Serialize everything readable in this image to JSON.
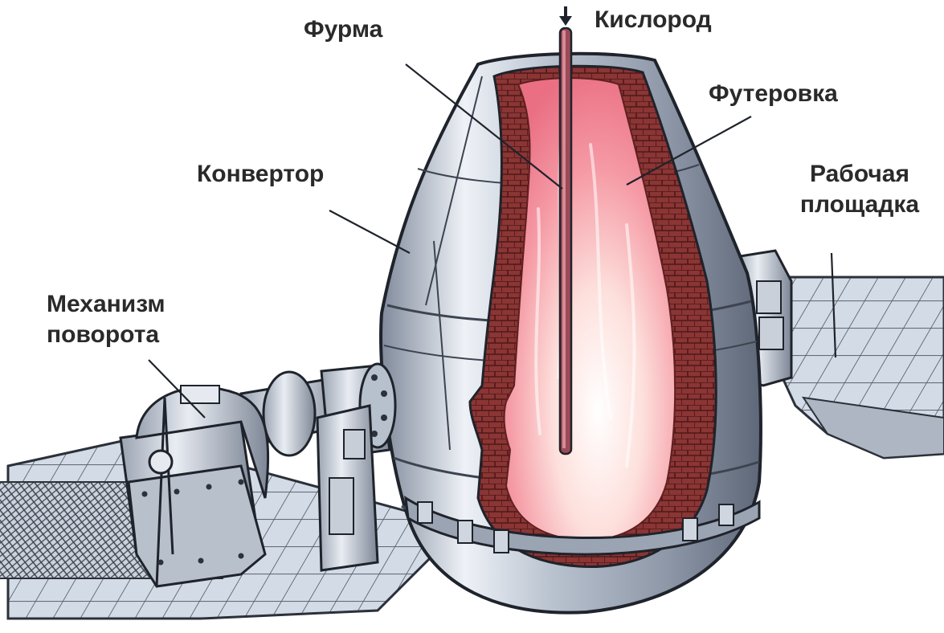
{
  "labels": {
    "lance": "Фурма",
    "oxygen": "Кислород",
    "lining": "Футеровка",
    "converter": "Конвертор",
    "platform_line1": "Рабочая",
    "platform_line2": "площадка",
    "mechanism_line1": "Механизм",
    "mechanism_line2": "поворота"
  },
  "colors": {
    "steel_light": "#dfe5ee",
    "steel_mid": "#a9b3c3",
    "steel_dark": "#5d6676",
    "brick": "#8a3434",
    "brick_dark": "#5e2020",
    "flame_hot": "#fff4ef",
    "flame_pink": "#f08a98",
    "floor": "#cfd7e2",
    "outline": "#1f232b",
    "label_text": "#2a2a2a"
  }
}
